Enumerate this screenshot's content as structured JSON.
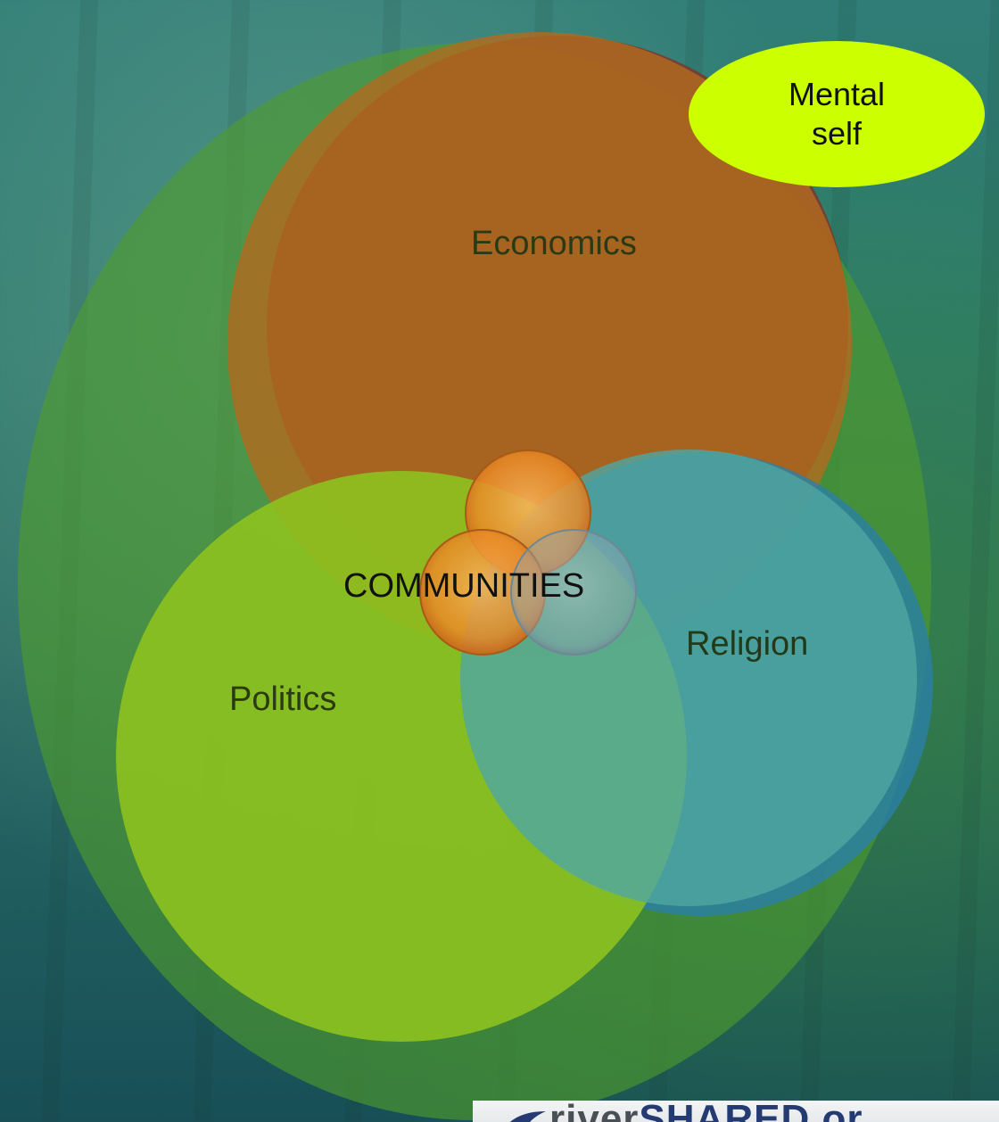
{
  "diagram": {
    "labels": {
      "mental_self": "Mental self",
      "economics": "Economics",
      "politics": "Politics",
      "religion": "Religion",
      "communities": "COMMUNITIES"
    },
    "colors": {
      "outer_green": "#4f9c2c",
      "economics": "#b36a1e",
      "economics_shadow": "#8a2e22",
      "politics": "#8dc21f",
      "religion": "#4fa6a1",
      "religion_shadow": "#2a7fa8",
      "mental_self": "#ccff00",
      "community_orange": "#f0962e",
      "community_blue": "#8fa5b3"
    }
  },
  "branding": {
    "part1": "river",
    "part2": "SHARED",
    "part3": ".or"
  }
}
